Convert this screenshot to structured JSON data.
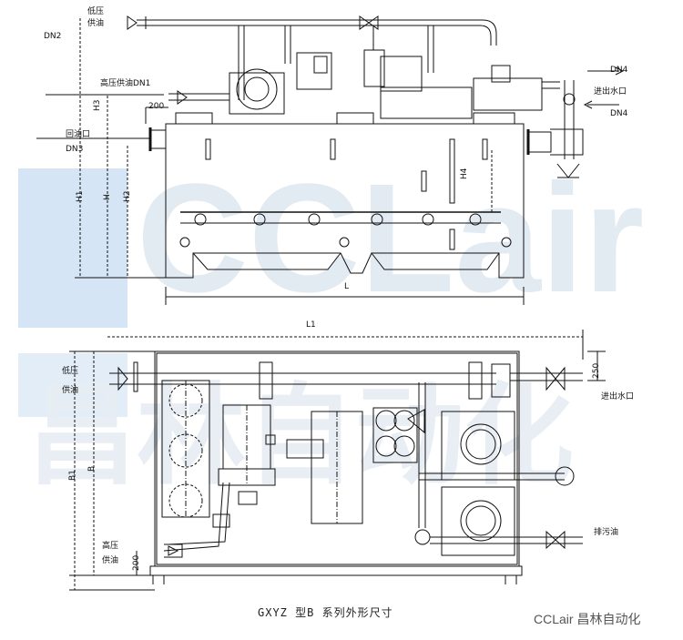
{
  "watermark": {
    "text": "CCLair",
    "sub": "昌林自动化"
  },
  "top_view": {
    "labels": {
      "low_pressure_1": "低压",
      "low_pressure_2": "供油",
      "dn2": "DN2",
      "high_pressure_supply": "高压供油DN1",
      "dn4_top": "DN4",
      "water_inout": "进出水口",
      "dn4_bottom": "DN4",
      "h3": "H3",
      "dim_200": "200",
      "return_port": "回油口",
      "dn3": "DN3",
      "h1": "H1",
      "h": "H",
      "h2": "H2",
      "h4": "H4",
      "l": "L"
    }
  },
  "plan_view": {
    "labels": {
      "l1": "L1",
      "dim_250": "250",
      "low_pressure_1": "低压",
      "low_pressure_2": "供油",
      "water_inout": "进出水口",
      "b1": "B1",
      "b": "B",
      "drain_oil": "排污油",
      "high_pressure_1": "高压",
      "high_pressure_2": "供油",
      "dim_200": "200"
    }
  },
  "caption": "GXYZ 型B 系列外形尺寸",
  "brand": "CCLair 昌林自动化"
}
